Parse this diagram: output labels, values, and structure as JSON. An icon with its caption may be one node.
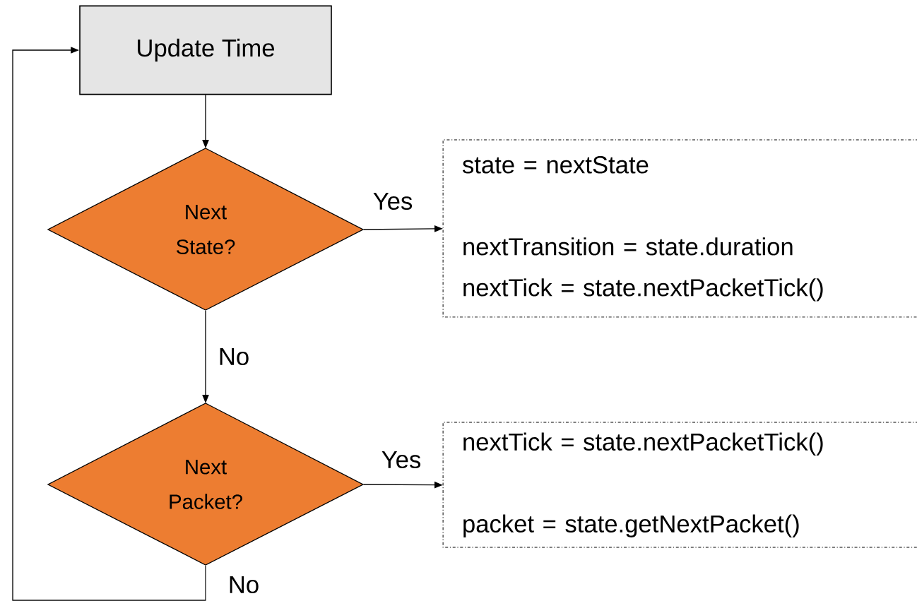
{
  "diagram": {
    "nodes": [
      {
        "text": [
          "Update Time"
        ]
      },
      {
        "text": [
          "Next State?"
        ]
      },
      {
        "text": [
          "state = nextState",
          "nextTransition = state.duration",
          "nextTick = state.nextPacketTick()"
        ]
      },
      {
        "text": [
          "Next Packet?"
        ]
      },
      {
        "text": [
          "nextTick = state.nextPacketTick()",
          "packet = state.getNextPacket()"
        ]
      }
    ],
    "edges": [
      {
        "from": 0,
        "to": 1,
        "arrow": "to"
      },
      {
        "from": 1,
        "to": 2,
        "arrow": "to",
        "label": "Yes"
      },
      {
        "from": 1,
        "to": 3,
        "arrow": "to",
        "label": "No"
      },
      {
        "from": 3,
        "to": 4,
        "arrow": "to",
        "label": "Yes"
      },
      {
        "from": 3,
        "to": 0,
        "arrow": "to",
        "label": "No"
      }
    ]
  }
}
